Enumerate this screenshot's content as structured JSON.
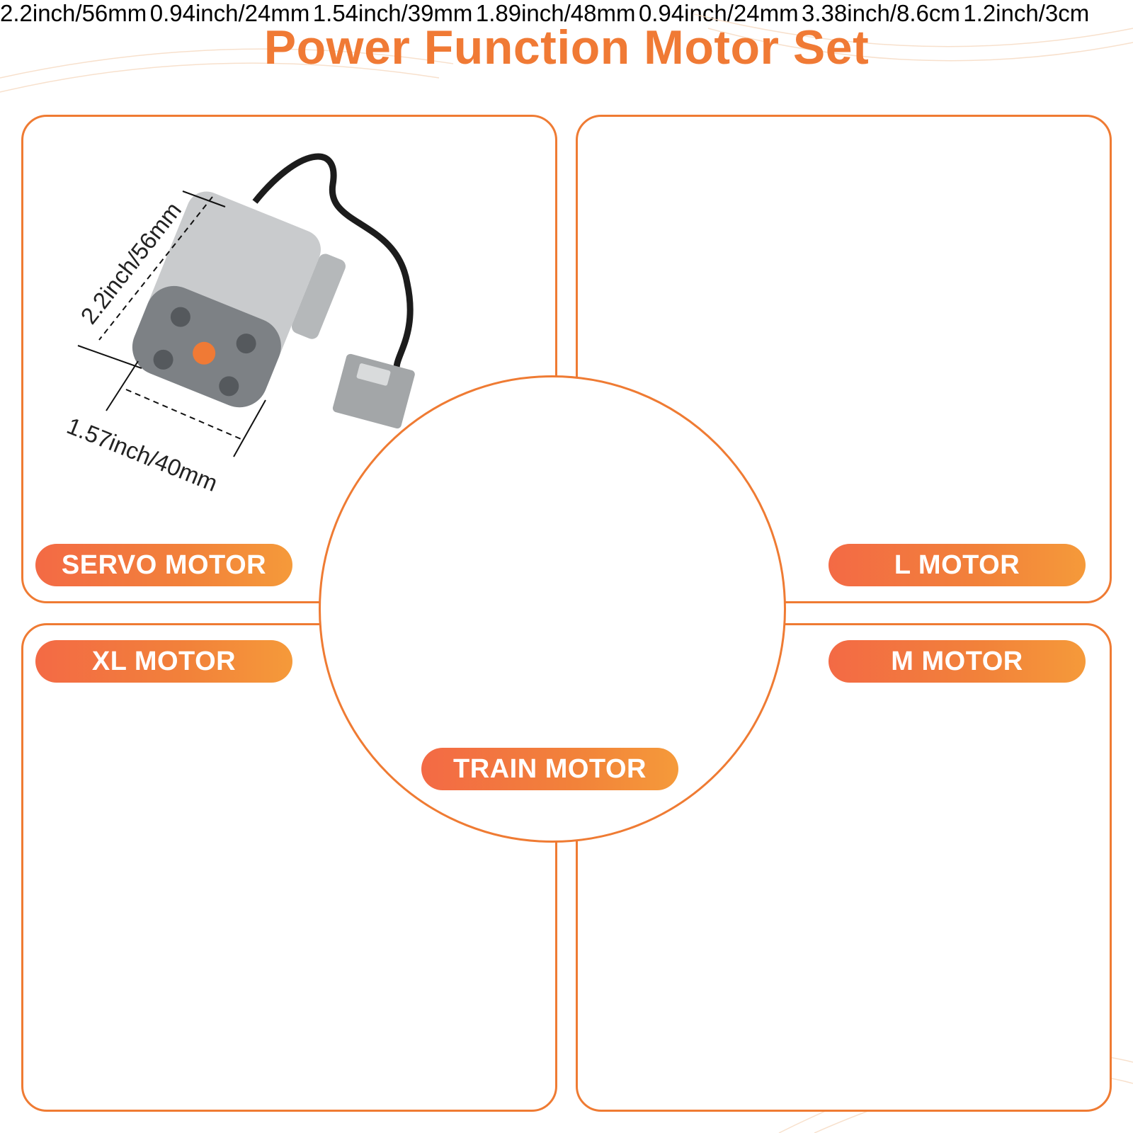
{
  "title": "Power Function Motor Set",
  "motors": {
    "servo": {
      "label": "SERVO MOTOR",
      "length": "2.2inch/56mm",
      "width": "1.57inch/40mm"
    },
    "l": {
      "label": "L MOTOR",
      "length": "2.2inch/56mm",
      "width": "0.94inch/24mm"
    },
    "xl": {
      "label": "XL MOTOR",
      "width": "1.54inch/39mm"
    },
    "m": {
      "label": "M MOTOR",
      "length": "1.89inch/48mm",
      "width": "0.94inch/24mm"
    },
    "train": {
      "label": "TRAIN MOTOR",
      "length": "3.38inch/8.6cm",
      "height": "1.2inch/3cm"
    }
  },
  "colors": {
    "accent": "#ef7b33",
    "title": "#f07a35",
    "motor_light": "#c9cbcd",
    "motor_dark": "#7d8185",
    "cable": "#1c1c1c"
  }
}
